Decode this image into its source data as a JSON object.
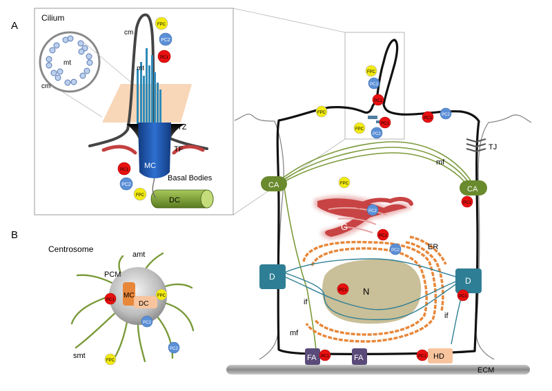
{
  "panels": {
    "a": {
      "letter": "A",
      "inset_title": "Cilium"
    },
    "b": {
      "letter": "B",
      "title": "Centrosome"
    }
  },
  "proteins": {
    "fpc": "FPC",
    "pc2": "PC2",
    "pc1": "PC1"
  },
  "colors": {
    "fpc": "#f2ea12",
    "pc2": "#5b8fd6",
    "pc1": "#e81010",
    "membrane": "#111111",
    "mf": "#7a9a3a",
    "adhesion": "#6a8a2e",
    "desmosome": "#2e7f95",
    "fa": "#5a4a7a",
    "golgi": "#cc4b4b",
    "er": "#e8873a",
    "nucleus": "#c9bf98"
  },
  "cilium_labels": {
    "cm": "cm",
    "mt": "mt",
    "tz": "TZ",
    "tf": "TF",
    "mc": "MC",
    "basal_bodies": "Basal Bodies",
    "dc": "DC"
  },
  "cell_labels": {
    "tj": "TJ",
    "mf": "mf",
    "ca": "CA",
    "g": "G",
    "er": "ER",
    "n": "N",
    "d": "D",
    "if": "if",
    "fa": "FA",
    "hd": "HD",
    "ecm": "ECM"
  },
  "centrosome_labels": {
    "amt": "amt",
    "pcm": "PCM",
    "mc": "MC",
    "dc": "DC",
    "smt": "smt"
  }
}
